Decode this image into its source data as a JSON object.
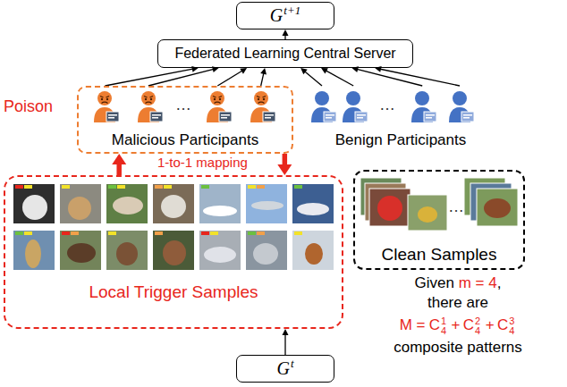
{
  "diagram": {
    "nodes": [
      {
        "text": [
          "G",
          "t+1"
        ]
      },
      {
        "text": [
          "Federated Learning Central Server"
        ]
      },
      {
        "text": [
          "Malicious Participants"
        ]
      },
      {
        "text": [
          "Benign Participants"
        ]
      },
      {
        "text": [
          "Local Trigger Samples"
        ]
      },
      {
        "text": [
          "Clean Samples"
        ]
      },
      {
        "text": [
          "G",
          "t"
        ]
      }
    ],
    "edges": [
      {
        "from": 1,
        "to": 0,
        "arrow": "to"
      },
      {
        "from": 2,
        "to": 1,
        "arrow": "to"
      },
      {
        "from": 3,
        "to": 1,
        "arrow": "to"
      },
      {
        "from": 4,
        "to": 2,
        "arrow": "to"
      },
      {
        "from": 2,
        "to": 4,
        "arrow": "to"
      },
      {
        "from": 6,
        "to": 4,
        "arrow": "to"
      }
    ],
    "labels": [
      "Poison",
      "1-to-1 mapping",
      "Given",
      "m = 4",
      ",",
      "there are",
      "M =",
      "C",
      "4",
      "1",
      "+",
      "C",
      "4",
      "2",
      "+",
      "C",
      "4",
      "3",
      "composite patterns",
      "…",
      "…",
      "…"
    ]
  }
}
